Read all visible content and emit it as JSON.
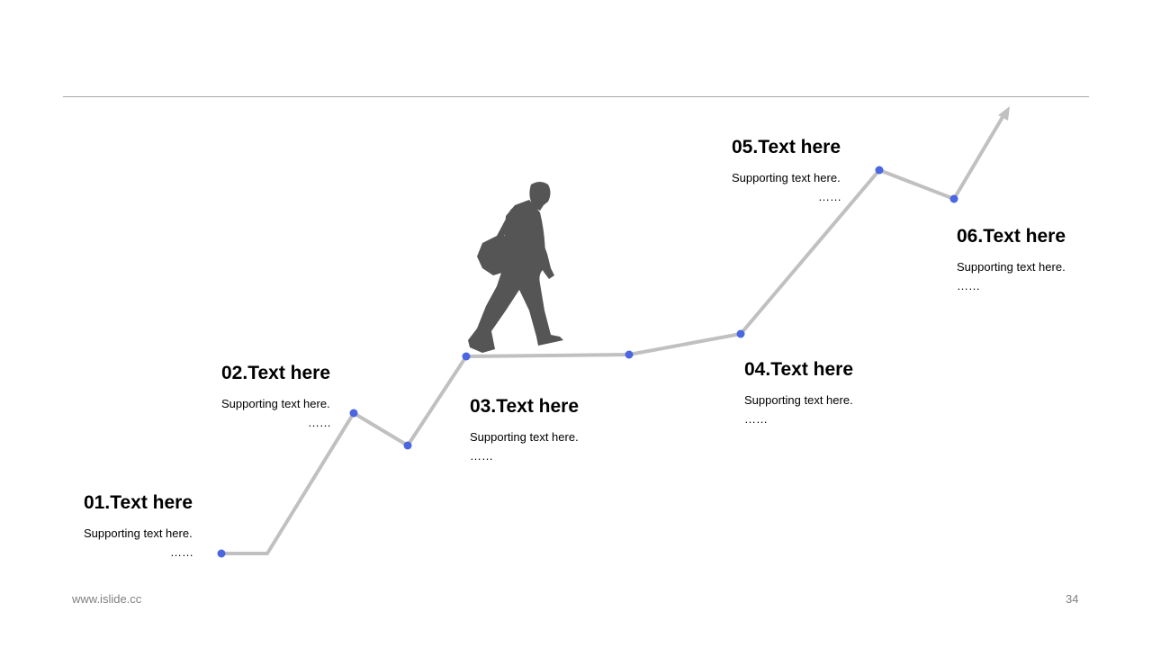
{
  "steps": [
    {
      "title": "01.Text here",
      "text": "Supporting  text here.",
      "more": "……"
    },
    {
      "title": "02.Text here",
      "text": "Supporting  text here.",
      "more": "……"
    },
    {
      "title": "03.Text here",
      "text": "Supporting  text here.",
      "more": "……"
    },
    {
      "title": "04.Text here",
      "text": "Supporting  text here.",
      "more": "……"
    },
    {
      "title": "05.Text here",
      "text": "Supporting  text here.",
      "more": "……"
    },
    {
      "title": "06.Text here",
      "text": "Supporting  text here.",
      "more": "……"
    }
  ],
  "footer": {
    "website": "www.islide.cc",
    "page": "34"
  },
  "colors": {
    "line": "#c0c0c0",
    "dot": "#4a66e0",
    "figure": "#555555"
  }
}
